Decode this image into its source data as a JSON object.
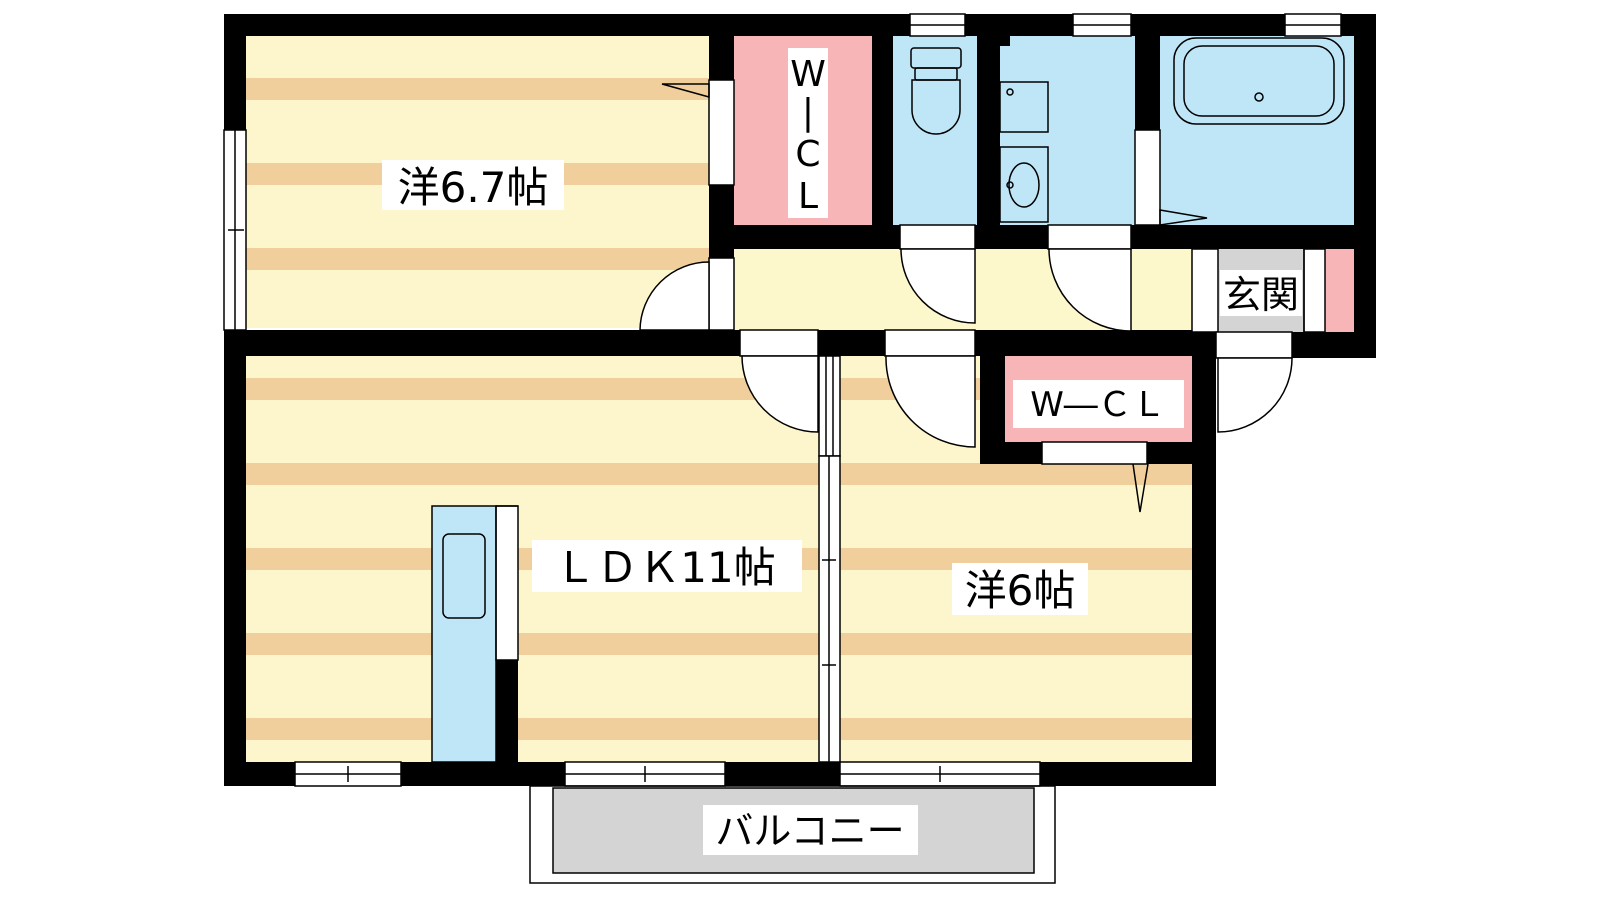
{
  "rooms": {
    "western_a": "洋6.7帖",
    "wcl_a": [
      "W",
      "|",
      "C",
      "L"
    ],
    "entrance": "玄関",
    "ldk": "ＬＤＫ11帖",
    "western_b": "洋6帖",
    "wcl_b": "W―ＣＬ",
    "balcony": "バルコニー"
  },
  "colors": {
    "floor_light": "#fdf6cc",
    "floor_stripe": "#f1cf9c",
    "closet": "#f8b5b7",
    "wet_area": "#bfe6f6",
    "hall": "#fdf8cc",
    "entrance_floor": "#d4d4d4",
    "balcony": "#d4d4d4",
    "wall": "#000000"
  }
}
